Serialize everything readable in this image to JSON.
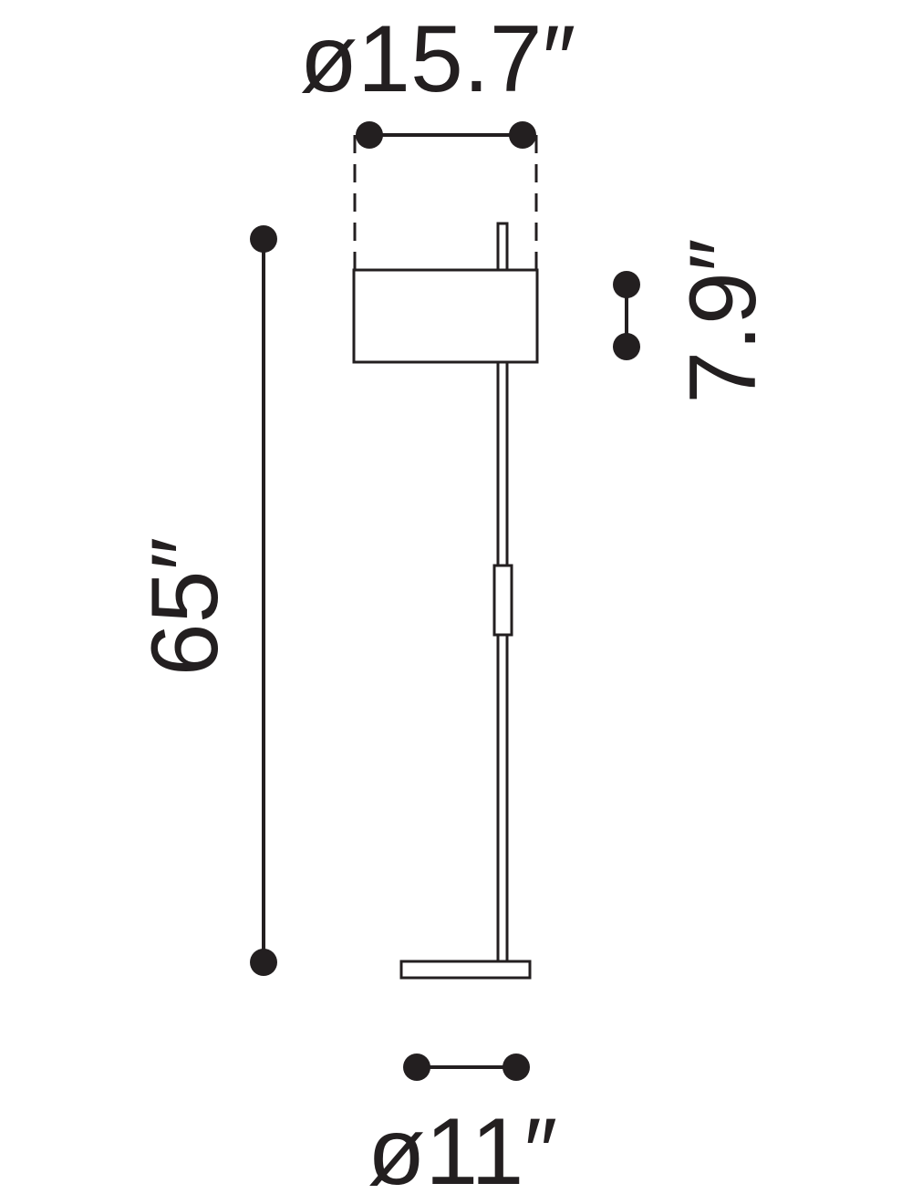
{
  "dimensions": {
    "shade_diameter": "ø15.7″",
    "shade_height": "7.9″",
    "total_height": "65″",
    "base_diameter": "ø11″"
  },
  "colors": {
    "ink": "#231f20",
    "background": "#ffffff"
  }
}
